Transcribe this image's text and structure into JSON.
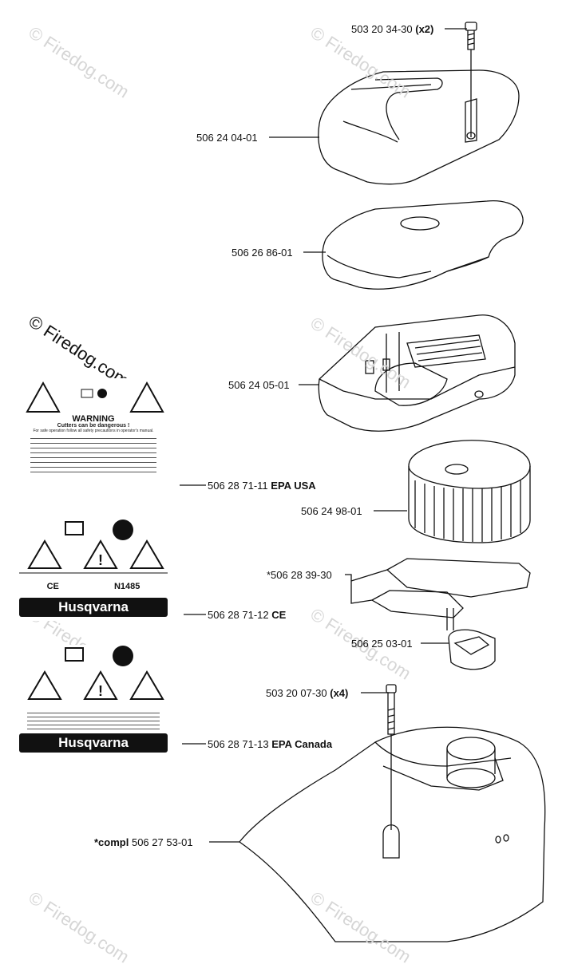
{
  "watermark": "© Firedog.com",
  "callouts": {
    "screw_top": {
      "code": "503 20 34-30",
      "qty": "(x2)"
    },
    "cover": {
      "code": "506 24 04-01"
    },
    "filter_pad": {
      "code": "506 26 86-01"
    },
    "filter_holder": {
      "code": "506 24 05-01"
    },
    "decal_usa": {
      "code": "506 28 71-11",
      "suffix": "EPA USA"
    },
    "air_filter": {
      "code": "506 24 98-01"
    },
    "gasket": {
      "code": "*506 28 39-30"
    },
    "decal_ce": {
      "code": "506 28 71-12",
      "suffix": "CE"
    },
    "rubber_seal": {
      "code": "506 25 03-01"
    },
    "screw_bottom": {
      "code": "503 20 07-30",
      "qty": "(x4)"
    },
    "decal_canada": {
      "code": "506 28 71-13",
      "suffix": "EPA Canada"
    },
    "base": {
      "prefix": "*compl",
      "code": "506 27 53-01"
    }
  },
  "decal_text": {
    "warning": "WARNING",
    "subtitle": "Cutters can be dangerous !",
    "subtitle2": "For safe operation follow all safety precautions in operator's manual.",
    "brand": "Husqvarna",
    "ce": "CE",
    "n1485": "N1485"
  }
}
